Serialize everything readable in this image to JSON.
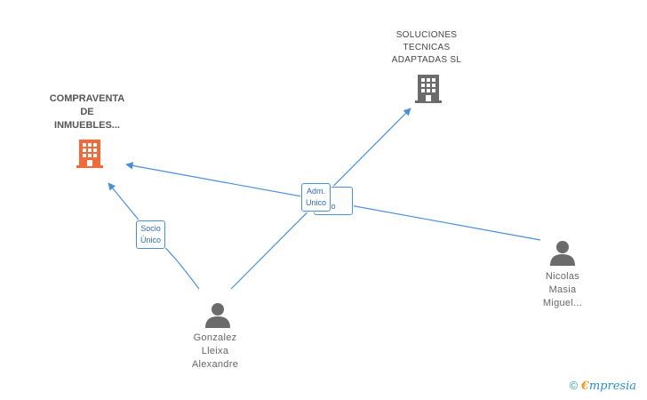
{
  "nodes": {
    "company_main": {
      "label": "COMPRAVENTA\nDE\nINMUEBLES...",
      "icon": "building-icon",
      "color": "#f26a3a"
    },
    "company_other": {
      "label": "SOLUCIONES\nTECNICAS\nADAPTADAS  SL",
      "icon": "building-icon",
      "color": "#6b6b6b"
    },
    "person_gonzalez": {
      "label": "Gonzalez\nLleixa\nAlexandre",
      "icon": "person-icon",
      "color": "#6b6b6b"
    },
    "person_nicolas": {
      "label": "Nicolas\nMasia\nMiguel...",
      "icon": "person-icon",
      "color": "#6b6b6b"
    }
  },
  "edges": {
    "socio_unico": "Socio\nÚnico",
    "adm_unico_front": "Adm.\nUnico",
    "adm_unico_back": "\no"
  },
  "edge_color": "#4a8fd6",
  "footer": {
    "copyright": "©",
    "brand_first": "€",
    "brand_rest": "mpresia"
  }
}
